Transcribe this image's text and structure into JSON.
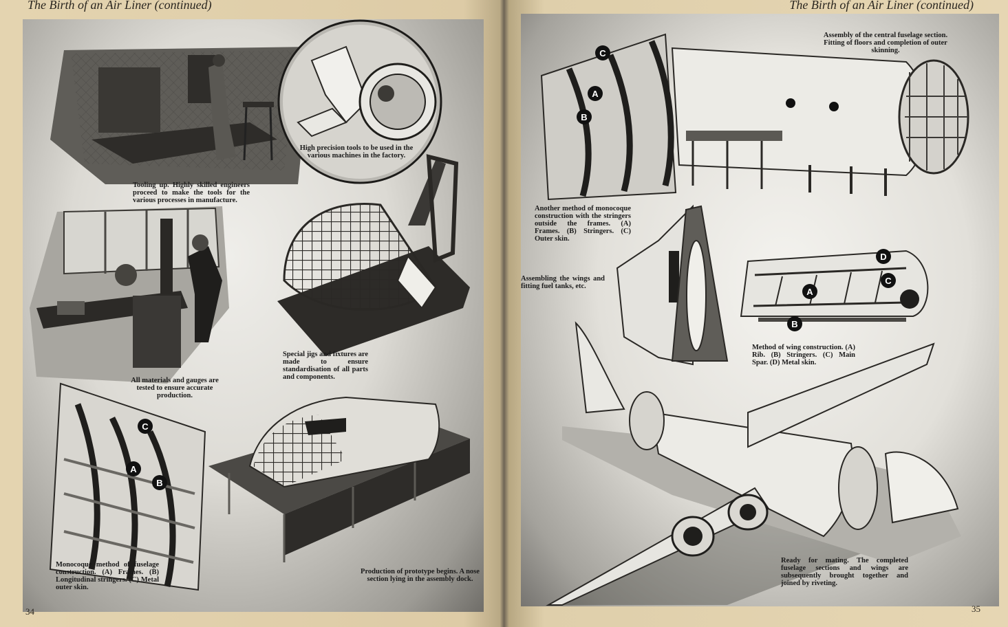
{
  "left_page": {
    "running_head": "The Birth of an Air Liner (continued)",
    "page_number": "34",
    "captions": {
      "tooling": "Tooling up. Highly skilled engineers proceed to make the tools for the various processes in manufacture.",
      "tools": "High precision tools to be used in the various machines in the factory.",
      "gauges": "All materials and gauges are tested to ensure accurate production.",
      "jigs": "Special jigs and fixtures are made to ensure standardisation of all parts and components.",
      "monocoque": "Monocoque method of fuselage construction. (A) Frames. (B) Longitudinal stringers. (C) Metal outer skin.",
      "prototype": "Production of prototype begins. A nose section lying in the assembly dock."
    },
    "markers": {
      "a": "A",
      "b": "B",
      "c": "C"
    }
  },
  "right_page": {
    "running_head": "The Birth of an Air Liner (continued)",
    "page_number": "35",
    "captions": {
      "fuselage": "Assembly of the central fuselage section. Fitting of floors and completion of outer skinning.",
      "monocoque_alt": "Another method of monocoque construction with the stringers outside the frames. (A) Frames. (B) Stringers. (C) Outer skin.",
      "wings": "Assembling the wings and fitting fuel tanks, etc.",
      "wing_construction": "Method of wing construction. (A) Rib. (B) Stringers. (C) Main Spar. (D) Metal skin.",
      "mating": "Ready for mating. The completed fuselage sections and wings are subsequently brought together and joined by riveting."
    },
    "markers": {
      "a": "A",
      "b": "B",
      "c": "C",
      "d": "D"
    }
  }
}
